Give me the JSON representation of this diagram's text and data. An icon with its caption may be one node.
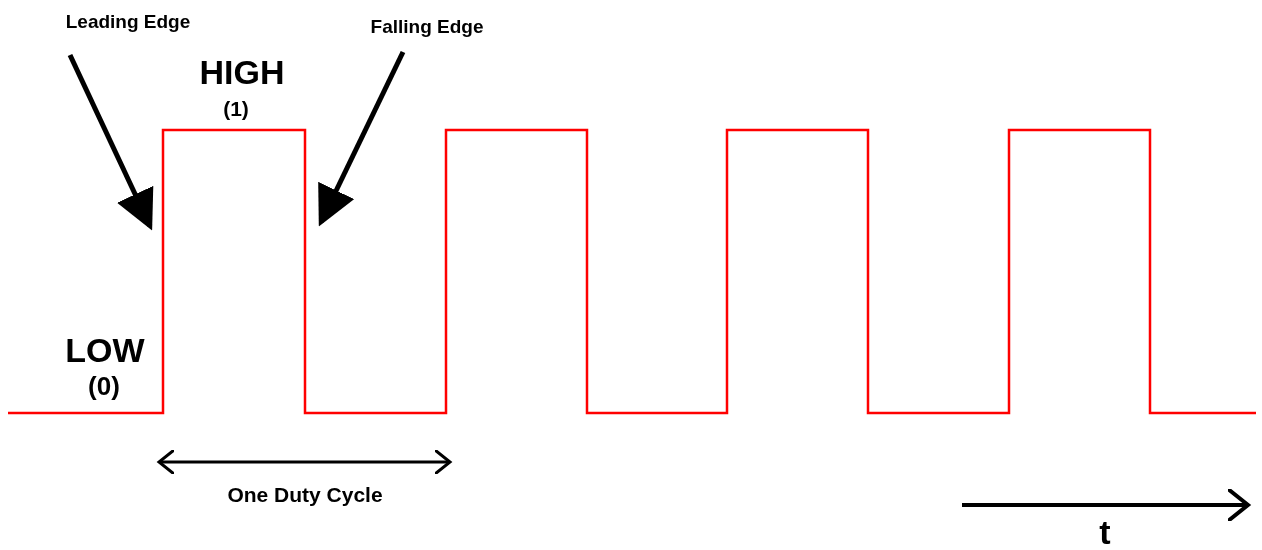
{
  "diagram": {
    "nodes": [
      {
        "text": [
          "Leading Edge"
        ]
      },
      {
        "text": [
          "Falling Edge"
        ]
      }
    ],
    "edges": [
      {
        "from": 0,
        "to": null,
        "arrow": "to"
      },
      {
        "from": 1,
        "to": null,
        "arrow": "to"
      }
    ],
    "labels": [
      "HIGH",
      "(1)",
      "LOW",
      "(0)",
      "One Duty Cycle",
      "t"
    ]
  }
}
